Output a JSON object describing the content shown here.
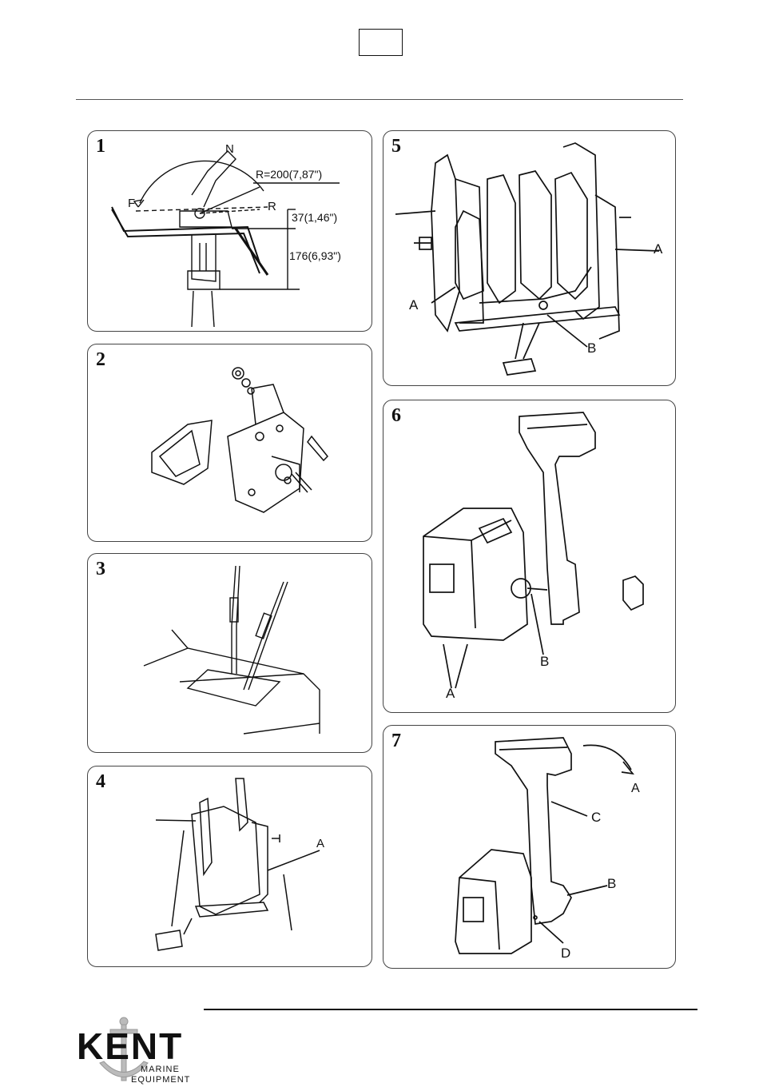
{
  "page_number_box": "",
  "figures": [
    {
      "number": "1",
      "labels": {
        "n": "N",
        "f": "F",
        "r": "R",
        "radius": "R=200(7,87\")",
        "height_a": "37(1,46\")",
        "height_b": "176(6,93\")"
      }
    },
    {
      "number": "2"
    },
    {
      "number": "3"
    },
    {
      "number": "4",
      "labels": {
        "a": "A"
      }
    },
    {
      "number": "5",
      "labels": {
        "a_right": "A",
        "a_left": "A",
        "b": "B"
      }
    },
    {
      "number": "6",
      "labels": {
        "a": "A",
        "b": "B"
      }
    },
    {
      "number": "7",
      "labels": {
        "a": "A",
        "b": "B",
        "c": "C",
        "d": "D"
      }
    }
  ],
  "logo": {
    "name": "KENT",
    "line1": "MARINE",
    "line2": "EQUIPMENT"
  }
}
